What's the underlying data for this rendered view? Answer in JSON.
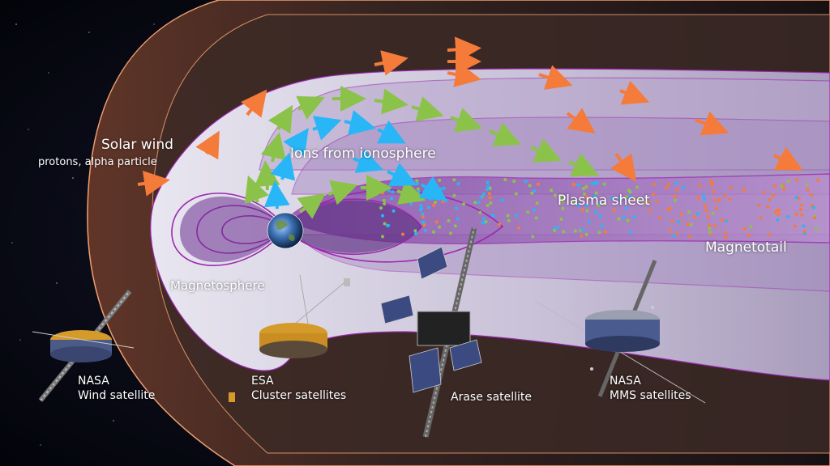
{
  "labels": {
    "solar_wind": "Solar wind",
    "solar_wind_sub": "protons, alpha particle",
    "ions": "Ions from ionosphere",
    "plasma_sheet": "Plasma sheet",
    "magnetotail": "Magnetotail",
    "magnetosphere": "Magnetosphere"
  },
  "satellites": [
    {
      "agency": "NASA",
      "name": "Wind satellite"
    },
    {
      "agency": "ESA",
      "name": "Cluster satellites"
    },
    {
      "agency": "",
      "name": "Arase satellite"
    },
    {
      "agency": "NASA",
      "name": "MMS satellites"
    }
  ],
  "colors": {
    "solar_wind_arrow": "#f47b3a",
    "ion_arrow_green": "#8bc34a",
    "ion_arrow_cyan": "#29b6f6",
    "field_lines": "#9c27b0",
    "bow_shock": "#f0a070"
  }
}
